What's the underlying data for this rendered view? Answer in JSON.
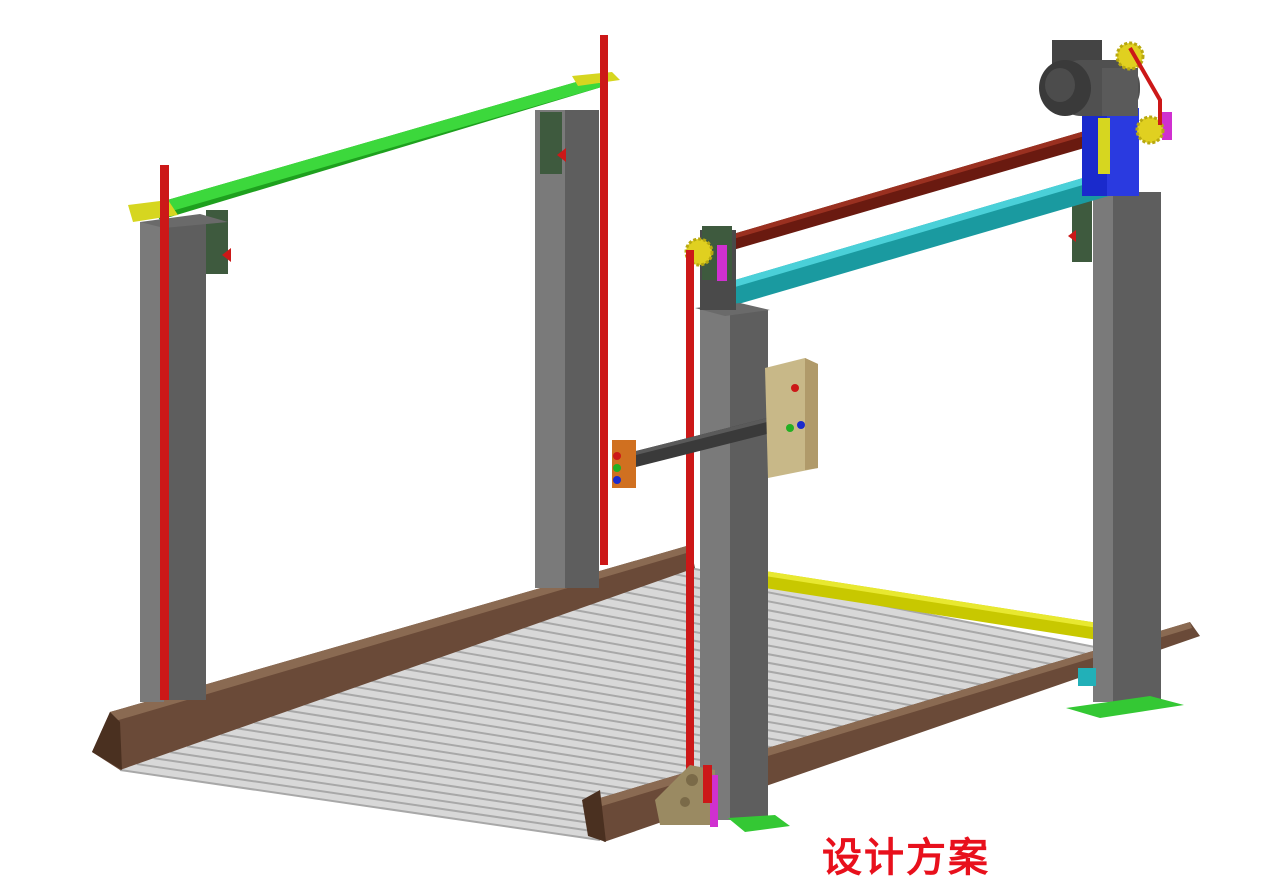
{
  "caption": "设计方案",
  "colors": {
    "post": "#6f6f6f",
    "post_light": "#8a8a8a",
    "rail": "#5a4030",
    "rail_light": "#7a5a45",
    "chain": "#cc1818",
    "top_beam": "#22b022",
    "drive_shaft": "#7a1a10",
    "cyan_beam": "#22b0b8",
    "yellow_beam": "#d6d600",
    "control_box": "#d2c292",
    "motor": "#555555",
    "motor_mount": "#1a2acc",
    "gear": "#e0d020",
    "base_plate": "#34c834",
    "magenta_part": "#d030d0",
    "orange_box": "#d07020",
    "caption_color": "#e8101c"
  },
  "components": [
    "post-front-left",
    "post-back-left",
    "post-front-right",
    "post-back-right",
    "top-beam-left",
    "drive-shaft",
    "cyan-crossbeam",
    "yellow-crossbeam",
    "rail-left",
    "rail-right",
    "slat-platform",
    "lift-chain",
    "motor",
    "control-box",
    "pendant-control",
    "gear",
    "base-plate"
  ]
}
